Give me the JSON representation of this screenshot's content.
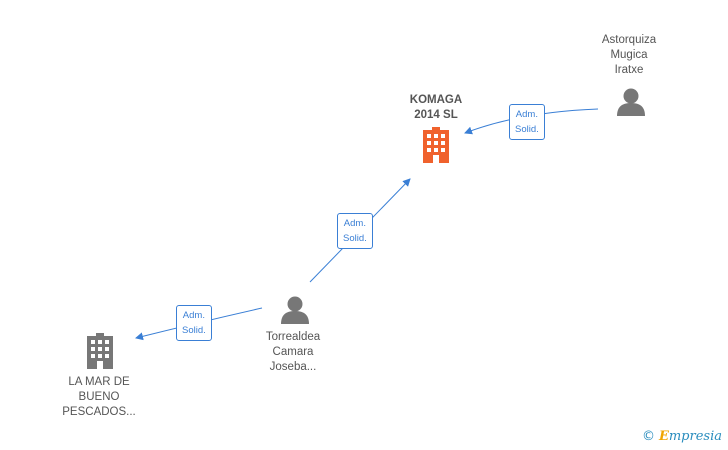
{
  "colors": {
    "edge": "#3a7fd5",
    "person": "#777777",
    "company": "#777777",
    "focus_company": "#f0622d"
  },
  "nodes": {
    "komaga": {
      "label": "KOMAGA\n2014  SL",
      "icon": "building-icon"
    },
    "astorquiza": {
      "label": "Astorquiza\nMugica\nIratxe",
      "icon": "person-icon"
    },
    "torrealdea": {
      "label": "Torrealdea\nCamara\nJoseba...",
      "icon": "person-icon"
    },
    "lamar": {
      "label": "LA MAR DE\nBUENO\nPESCADOS...",
      "icon": "building-icon"
    }
  },
  "edges": {
    "astorquiza_komaga": "Adm.\nSolid.",
    "torrealdea_komaga": "Adm.\nSolid.",
    "torrealdea_lamar": "Adm.\nSolid."
  },
  "brand": {
    "copyright": "©",
    "name_initial": "E",
    "name_rest": "mpresia"
  }
}
